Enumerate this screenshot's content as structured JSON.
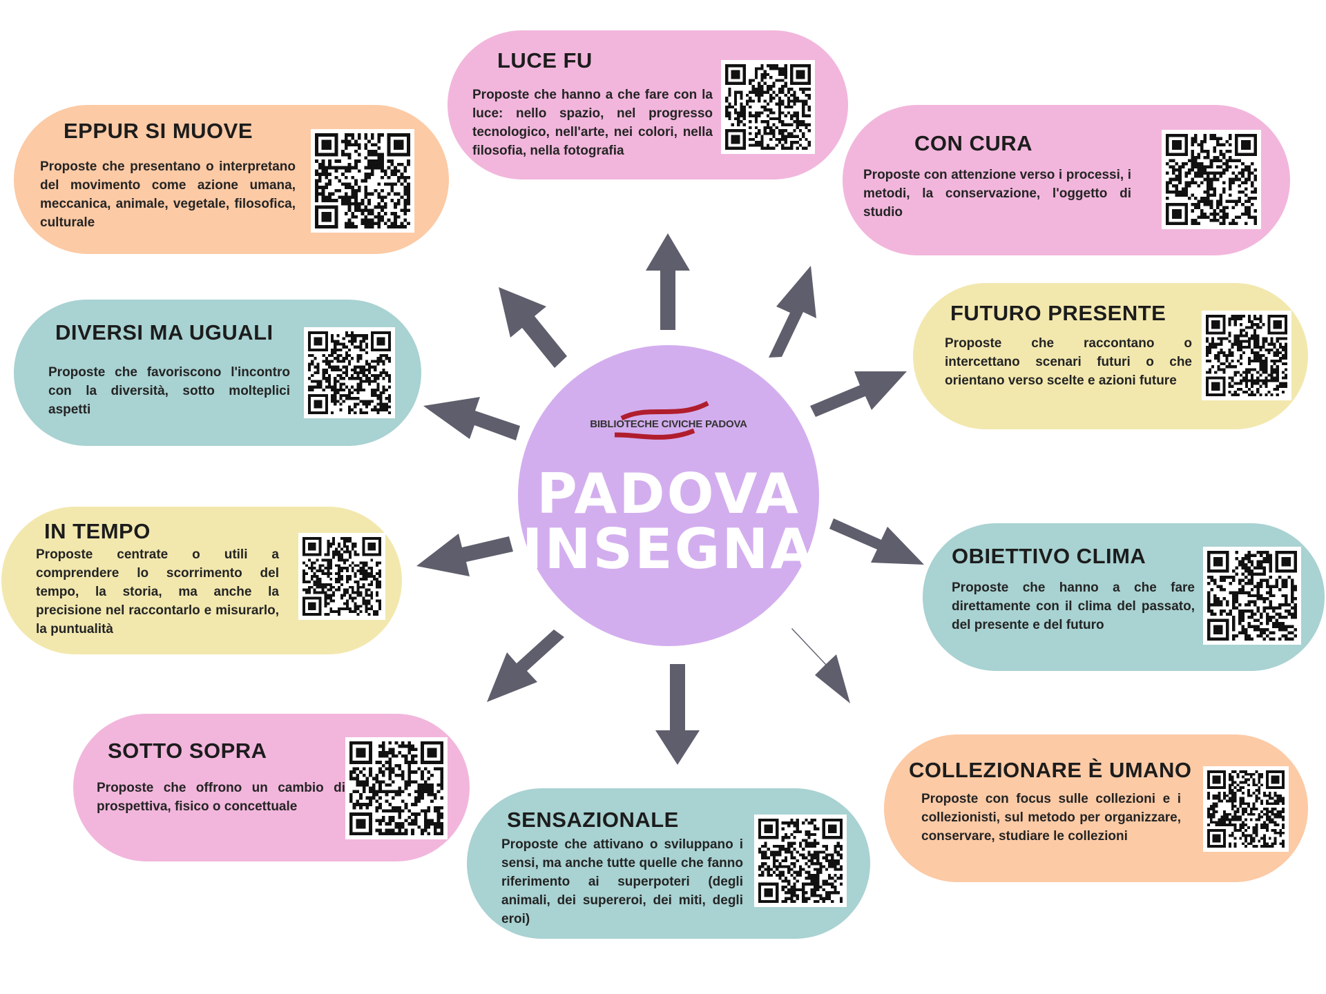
{
  "center": {
    "logo_text": "BIBLIOTECHE CIVICHE PADOVA",
    "title_line1": "PADOVA",
    "title_line2": "INSEGNA",
    "color": "#d3aeee",
    "logo_color": "#b01e2e"
  },
  "colors": {
    "pink": "#f2b6dc",
    "peach": "#fccaa5",
    "teal": "#a9d2d2",
    "yellow": "#f2e8ae",
    "arrow": "#5e5e6c"
  },
  "topics": [
    {
      "key": "luce-fu",
      "title": "LUCE FU",
      "description": "Proposte che hanno a che fare con la luce: nello spazio, nel progresso tecnologico, nell'arte, nei colori, nella filosofia, nella fotografia"
    },
    {
      "key": "eppur-si-muove",
      "title": "EPPUR SI MUOVE",
      "description": "Proposte che presentano o interpretano del movimento come azione umana, meccanica, animale, vegetale, filosofica, culturale"
    },
    {
      "key": "con-cura",
      "title": "CON CURA",
      "description": "Proposte con attenzione verso i processi, i metodi, la conservazione, l'oggetto di studio"
    },
    {
      "key": "diversi-ma-uguali",
      "title": "DIVERSI MA UGUALI",
      "description": "Proposte che favoriscono l'incontro con la diversità, sotto molteplici aspetti"
    },
    {
      "key": "futuro-presente",
      "title": "FUTURO PRESENTE",
      "description": "Proposte che raccontano o intercettano scenari futuri o che orientano verso scelte e azioni future"
    },
    {
      "key": "in-tempo",
      "title": "IN TEMPO",
      "description": "Proposte centrate o utili a comprendere lo scorrimento del tempo, la storia, ma anche la precisione nel raccontarlo e misurarlo, la puntualità"
    },
    {
      "key": "obiettivo-clima",
      "title": "OBIETTIVO CLIMA",
      "description": "Proposte che hanno a che fare direttamente con il clima del passato, del presente e del futuro"
    },
    {
      "key": "sotto-sopra",
      "title": "SOTTO SOPRA",
      "description": "Proposte che offrono un cambio di prospettiva, fisico o concettuale"
    },
    {
      "key": "sensazionale",
      "title": "SENSAZIONALE",
      "description": "Proposte che attivano o sviluppano i sensi, ma anche tutte quelle che fanno riferimento ai superpoteri (degli animali, dei supereroi, dei miti, degli eroi)"
    },
    {
      "key": "collezionare",
      "title": "COLLEZIONARE È UMANO",
      "description": "Proposte con focus sulle collezioni e i collezionisti, sul metodo per organizzare, conservare, studiare le collezioni"
    }
  ]
}
